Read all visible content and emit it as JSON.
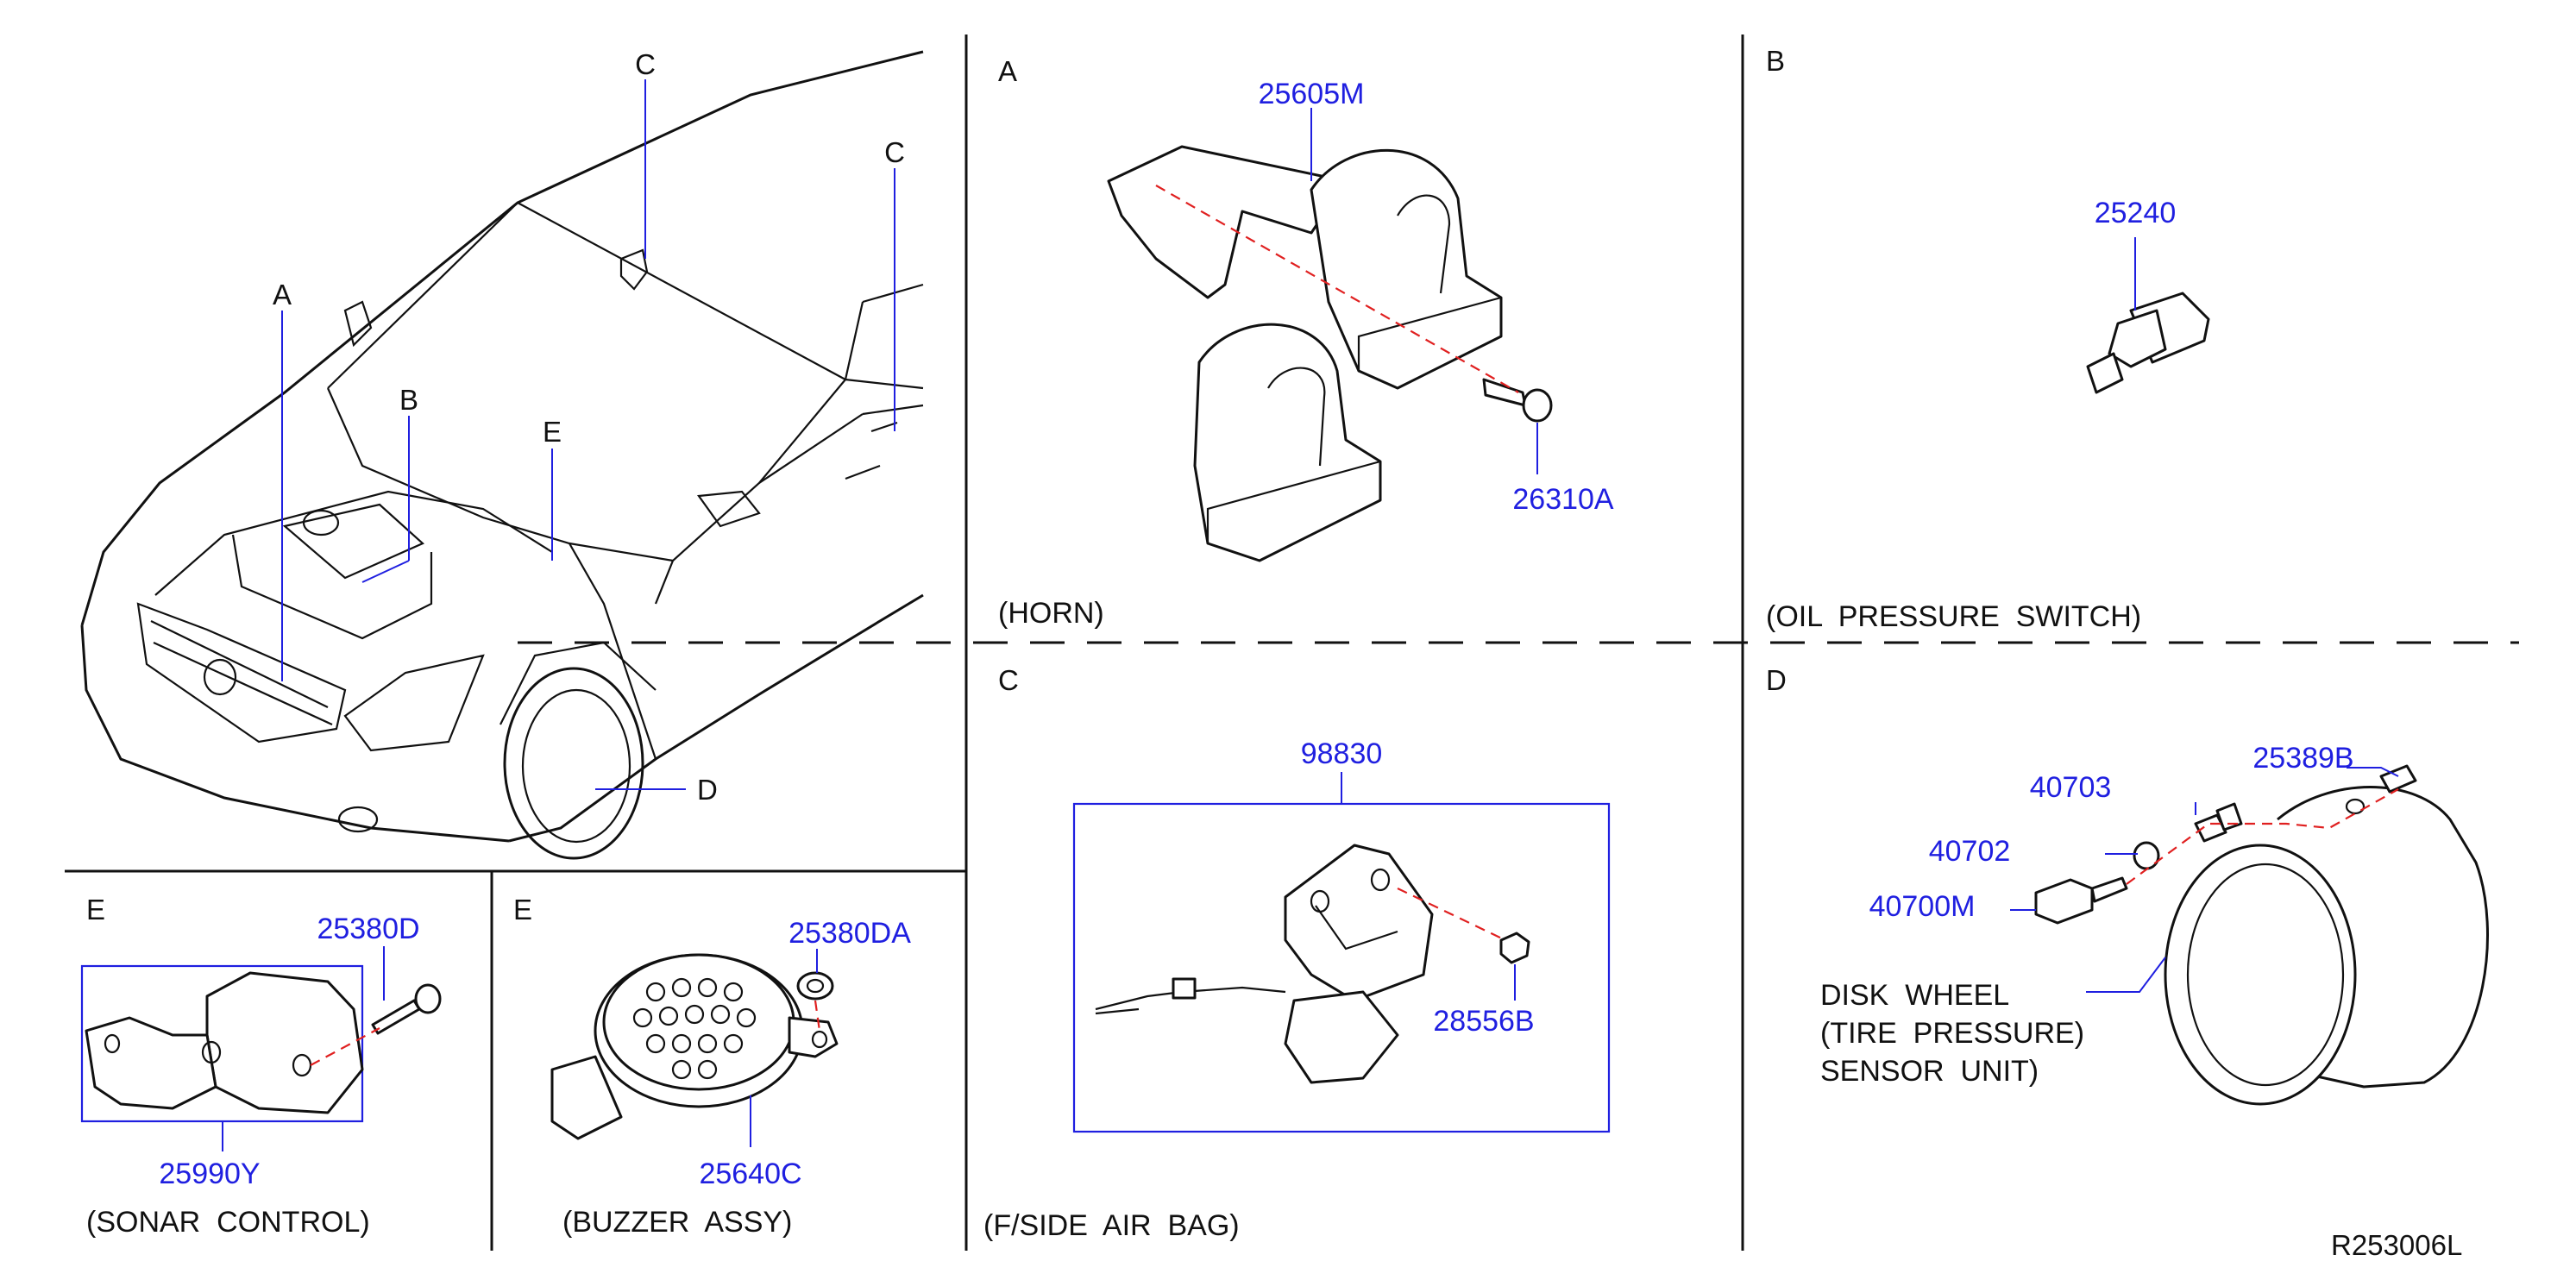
{
  "colors": {
    "part_number": "#1f1fe0",
    "centerline": "#e02020",
    "line": "#111111"
  },
  "overview": {
    "callouts": {
      "c_top": "C",
      "c_right": "C",
      "a": "A",
      "b": "B",
      "e": "E",
      "d": "D"
    }
  },
  "horn": {
    "section_letter": "A",
    "caption": "(HORN)",
    "parts": {
      "bracket": "25605M",
      "bolt": "26310A"
    }
  },
  "oil_pressure": {
    "section_letter": "B",
    "caption": "(OIL  PRESSURE  SWITCH)",
    "parts": {
      "switch": "25240"
    }
  },
  "air_bag": {
    "section_letter": "C",
    "caption": "(F/SIDE  AIR  BAG)",
    "parts": {
      "sensor": "98830",
      "nut": "28556B"
    }
  },
  "tire_pressure": {
    "section_letter": "D",
    "caption_lines": [
      "DISK  WHEEL",
      "(TIRE  PRESSURE)",
      "SENSOR  UNIT)"
    ],
    "parts": {
      "valve_cap": "25389B",
      "nut": "40703",
      "grommet": "40702",
      "sensor": "40700M"
    }
  },
  "sonar": {
    "section_letter": "E",
    "caption": "(SONAR  CONTROL)",
    "parts": {
      "bolt": "25380D",
      "unit": "25990Y"
    }
  },
  "buzzer": {
    "section_letter": "E",
    "caption": "(BUZZER  ASSY)",
    "parts": {
      "washer": "25380DA",
      "buzzer": "25640C"
    }
  },
  "figure_code": "R253006L"
}
